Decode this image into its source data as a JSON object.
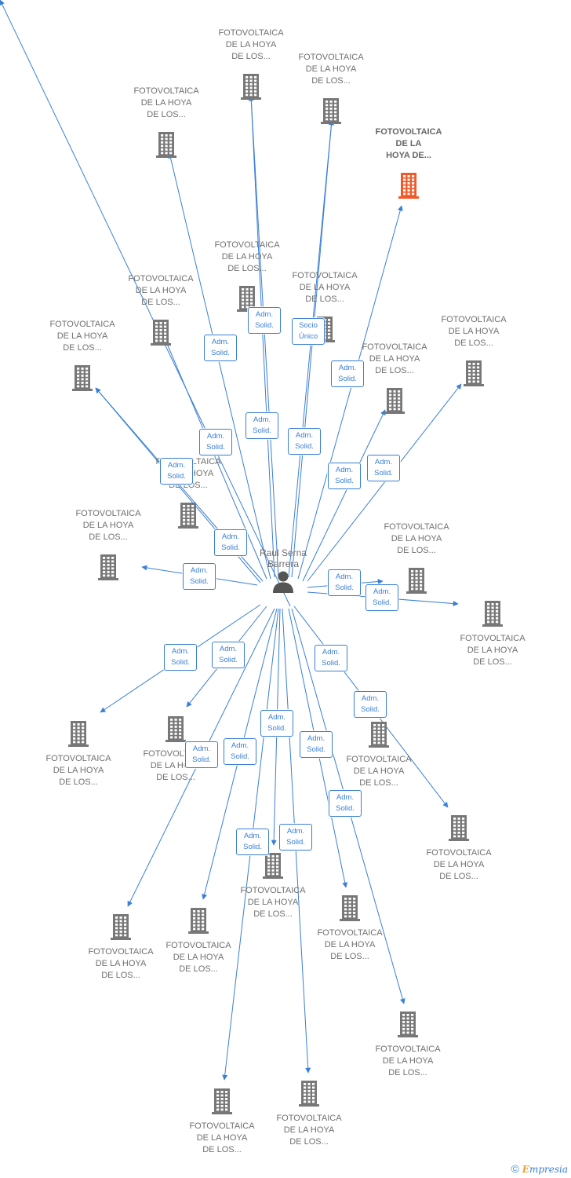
{
  "colors": {
    "edge": "#3a7fd5",
    "building": "#777777",
    "building_highlight": "#f05a28",
    "person": "#555555"
  },
  "center": {
    "label": "Raul Serna\nBarrera",
    "icon": "person-icon"
  },
  "nodes": [
    {
      "label": "FOTOVOLTAICA\nDE LA HOYA\nDE LOS...",
      "icon": "building-icon"
    },
    {
      "label": "FOTOVOLTAICA\nDE LA HOYA\nDE LOS...",
      "icon": "building-icon"
    },
    {
      "label": "FOTOVOLTAICA\nDE LA HOYA\nDE LOS...",
      "icon": "building-icon"
    },
    {
      "label": "FOTOVOLTAICA\nDE LA\nHOYA DE...",
      "icon": "building-icon",
      "highlight": true
    },
    {
      "label": "FOTOVOLTAICA\nDE LA HOYA\nDE LOS...",
      "icon": "building-icon"
    },
    {
      "label": "FOTOVOLTAICA\nDE LA HOYA\nDE LOS...",
      "icon": "building-icon"
    },
    {
      "label": "FOTOVOLTAICA\nDE LA HOYA\nDE LOS...",
      "icon": "building-icon"
    },
    {
      "label": "FOTOVOLTAICA\nDE LA HOYA\nDE LOS...",
      "icon": "building-icon"
    },
    {
      "label": "FOTOVOLTAICA\nDE LA HOYA\nDE LOS...",
      "icon": "building-icon"
    },
    {
      "label": "FOTOVOLTAICA\nDE LA HOYA\nDE LOS...",
      "icon": "building-icon"
    },
    {
      "label": "FOTOVOLTAICA\nDE LA HOYA\nDE LOS...",
      "icon": "building-icon"
    },
    {
      "label": "FOTOVOLTAICA\nDE LA HOYA\nDE LOS...",
      "icon": "building-icon"
    },
    {
      "label": "FOTOVOLTAICA\nDE LA HOYA\nDE LOS...",
      "icon": "building-icon"
    },
    {
      "label": "FOTOVOLTAICA\nDE LA HOYA\nDE LOS...",
      "icon": "building-icon"
    },
    {
      "label": "FOTOVOLTAICA\nDE LA HOYA\nDE LOS...",
      "icon": "building-icon"
    },
    {
      "label": "FOTOVOLTAICA\nDE LA HOYA\nDE LOS...",
      "icon": "building-icon"
    },
    {
      "label": "FOTOVOLTAICA\nDE LA HOYA\nDE LOS...",
      "icon": "building-icon"
    },
    {
      "label": "FOTOVOLTAICA\nDE LA HOYA\nDE LOS...",
      "icon": "building-icon"
    },
    {
      "label": "FOTOVOLTAICA\nDE LA HOYA\nDE LOS...",
      "icon": "building-icon"
    },
    {
      "label": "FOTOVOLTAICA\nDE LA HOYA\nDE LOS...",
      "icon": "building-icon"
    },
    {
      "label": "FOTOVOLTAICA\nDE LA HOYA\nDE LOS...",
      "icon": "building-icon"
    },
    {
      "label": "FOTOVOLTAICA\nDE LA HOYA\nDE LOS...",
      "icon": "building-icon"
    },
    {
      "label": "FOTOVOLTAICA\nDE LA HOYA\nDE LOS...",
      "icon": "building-icon"
    },
    {
      "label": "FOTOVOLTAICA\nDE LA HOYA\nDE LOS...",
      "icon": "building-icon"
    },
    {
      "label": "FOTOVOLTAICA\nDE LA HOYA\nDE LOS...",
      "icon": "building-icon"
    },
    {
      "label": "FOTOVOLTAICA\nDE LA HOYA\nDE LOS...",
      "icon": "building-icon"
    }
  ],
  "edges": [
    {
      "label": "Adm.\nSolid."
    },
    {
      "label": "Adm.\nSolid."
    },
    {
      "label": "Socio\nÚnico"
    },
    {
      "label": "Adm.\nSolid."
    },
    {
      "label": "Adm.\nSolid."
    },
    {
      "label": "Adm.\nSolid."
    },
    {
      "label": "Adm.\nSolid."
    },
    {
      "label": "Adm.\nSolid."
    },
    {
      "label": "Adm.\nSolid."
    },
    {
      "label": "Adm.\nSolid."
    },
    {
      "label": "Adm.\nSolid."
    },
    {
      "label": "Adm.\nSolid."
    },
    {
      "label": "Adm.\nSolid."
    },
    {
      "label": "Adm.\nSolid."
    },
    {
      "label": "Adm.\nSolid."
    },
    {
      "label": "Adm.\nSolid."
    },
    {
      "label": "Adm.\nSolid."
    },
    {
      "label": "Adm.\nSolid."
    },
    {
      "label": "Adm.\nSolid."
    },
    {
      "label": "Adm.\nSolid."
    },
    {
      "label": "Adm.\nSolid."
    },
    {
      "label": "Adm.\nSolid."
    },
    {
      "label": "Adm.\nSolid."
    },
    {
      "label": "Adm.\nSolid."
    },
    {
      "label": "Adm.\nSolid."
    },
    {
      "label": "Adm.\nSolid."
    }
  ],
  "footer": {
    "copyright": "©",
    "brand_first": "E",
    "brand_rest": "mpresia"
  }
}
